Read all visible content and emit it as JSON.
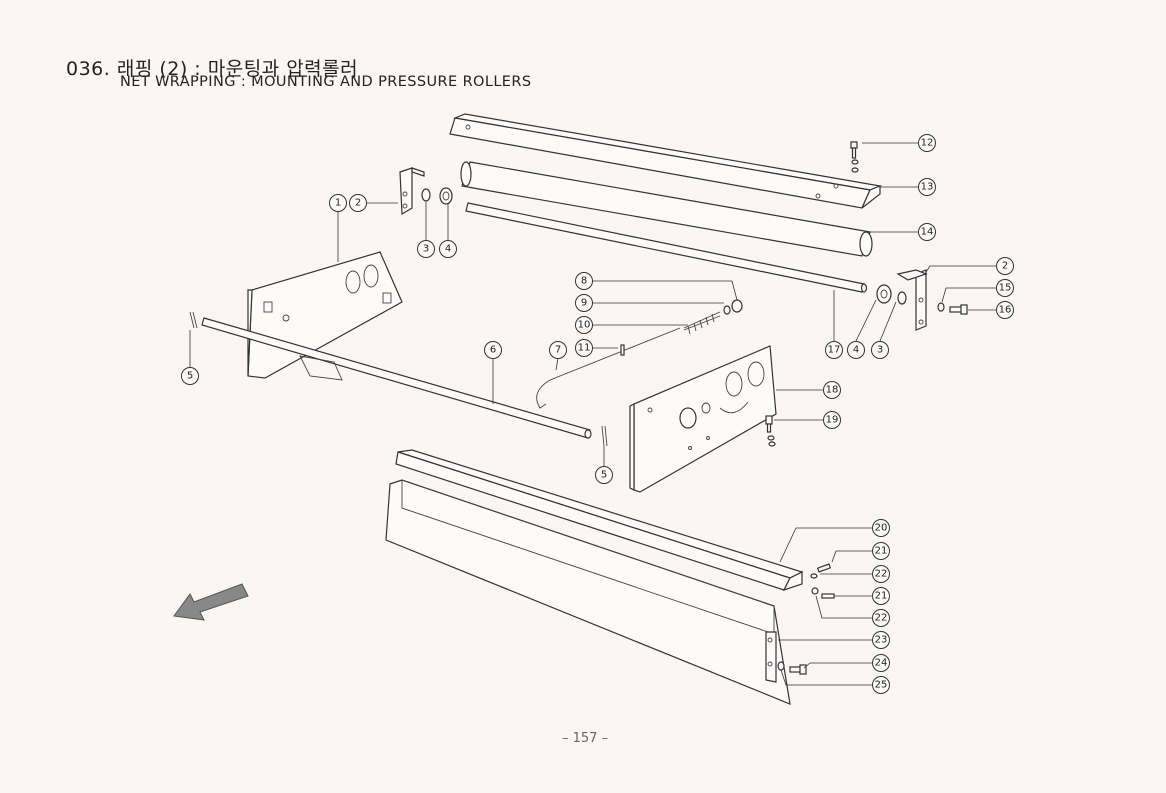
{
  "header": {
    "title_ko": "036. 래핑 (2) : 마운팅과 압력롤러",
    "title_en": "NET WRAPPING : MOUNTING AND PRESSURE ROLLERS"
  },
  "footer": {
    "page_number": "– 157 –"
  },
  "callouts": [
    "1",
    "2",
    "3",
    "4",
    "5",
    "6",
    "7",
    "8",
    "9",
    "10",
    "11",
    "12",
    "13",
    "14",
    "15",
    "16",
    "17",
    "18",
    "19",
    "20",
    "21",
    "22",
    "23",
    "24",
    "25"
  ],
  "colors": {
    "background": "#fbf6f4",
    "line": "#333333"
  }
}
